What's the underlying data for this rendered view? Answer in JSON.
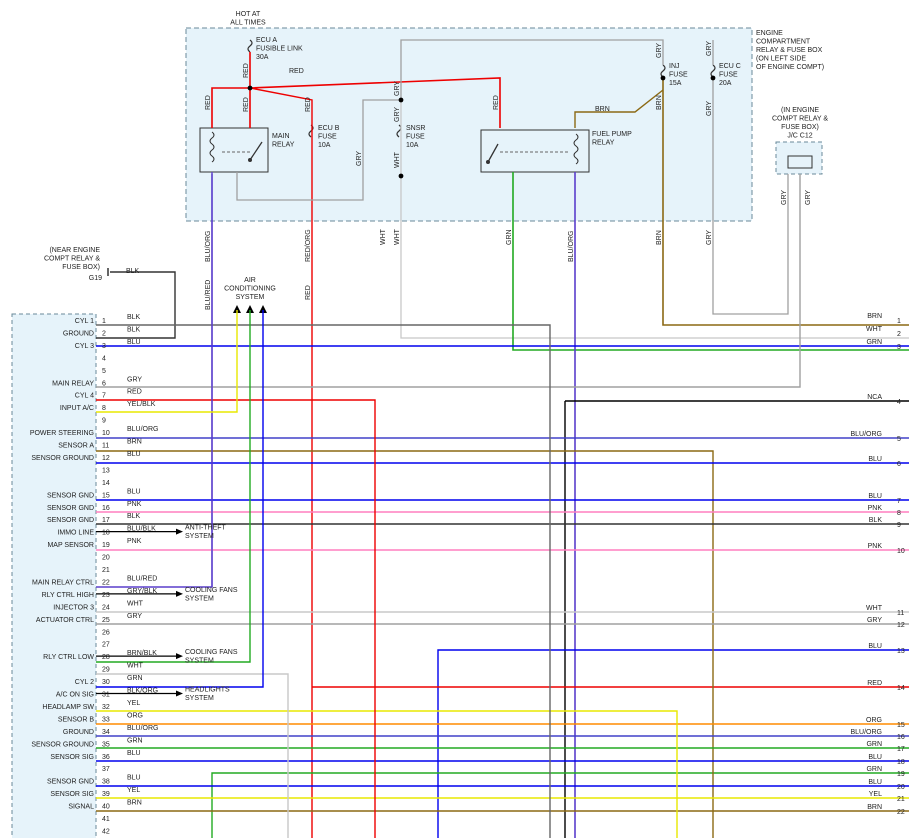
{
  "engine_box": {
    "title": [
      "ENGINE",
      "COMPARTMENT",
      "RELAY & FUSE BOX",
      "(ON LEFT SIDE",
      "OF ENGINE COMPT)"
    ],
    "hot_label": [
      "HOT AT",
      "ALL TIMES"
    ],
    "fuse_a": [
      "ECU A",
      "FUSIBLE LINK",
      "30A"
    ],
    "fuse_b": [
      "ECU B",
      "FUSE",
      "10A"
    ],
    "fuse_snsr": [
      "SNSR",
      "FUSE",
      "10A"
    ],
    "fuse_inj": [
      "INJ",
      "FUSE",
      "15A"
    ],
    "fuse_c": [
      "ECU C",
      "FUSE",
      "20A"
    ],
    "main_relay": [
      "MAIN",
      "RELAY"
    ],
    "fuel_pump_relay": [
      "FUEL PUMP",
      "RELAY"
    ]
  },
  "jc_box": {
    "label": [
      "(IN ENGINE",
      "COMPT RELAY &",
      "FUSE BOX)",
      "J/C C12"
    ]
  },
  "ground_note": [
    "(NEAR ENGINE",
    "COMPT RELAY &",
    "FUSE BOX)"
  ],
  "ground_id": "G19",
  "ac_system": [
    "AIR",
    "CONDITIONING",
    "SYSTEM"
  ],
  "ecm_pins": [
    {
      "num": "1",
      "label": "CYL 1",
      "wire": "BLK",
      "color": "#333333"
    },
    {
      "num": "2",
      "label": "GROUND",
      "wire": "BLK",
      "color": "#333333"
    },
    {
      "num": "3",
      "label": "CYL 3",
      "wire": "BLU",
      "color": "#0000ee"
    },
    {
      "num": "4",
      "label": "",
      "wire": "",
      "color": ""
    },
    {
      "num": "5",
      "label": "",
      "wire": "",
      "color": ""
    },
    {
      "num": "6",
      "label": "MAIN RELAY",
      "wire": "GRY",
      "color": "#a0a0a0"
    },
    {
      "num": "7",
      "label": "CYL 4",
      "wire": "RED",
      "color": "#ee0000"
    },
    {
      "num": "8",
      "label": "INPUT A/C",
      "wire": "YEL/BLK",
      "color": "#e8e800"
    },
    {
      "num": "9",
      "label": "",
      "wire": "",
      "color": ""
    },
    {
      "num": "10",
      "label": "POWER STEERING",
      "wire": "BLU/ORG",
      "color": "#4040c8"
    },
    {
      "num": "11",
      "label": "SENSOR A",
      "wire": "BRN",
      "color": "#8b6914"
    },
    {
      "num": "12",
      "label": "SENSOR GROUND",
      "wire": "BLU",
      "color": "#0000ee"
    },
    {
      "num": "13",
      "label": "",
      "wire": "",
      "color": ""
    },
    {
      "num": "14",
      "label": "",
      "wire": "",
      "color": ""
    },
    {
      "num": "15",
      "label": "SENSOR GND",
      "wire": "BLU",
      "color": "#0000ee"
    },
    {
      "num": "16",
      "label": "SENSOR GND",
      "wire": "PNK",
      "color": "#ff7fbf"
    },
    {
      "num": "17",
      "label": "SENSOR GND",
      "wire": "BLK",
      "color": "#333333"
    },
    {
      "num": "18",
      "label": "IMMO LINE",
      "wire": "BLU/BLK",
      "color": "#000000"
    },
    {
      "num": "19",
      "label": "MAP SENSOR",
      "wire": "PNK",
      "color": "#ff7fbf"
    },
    {
      "num": "20",
      "label": "",
      "wire": "",
      "color": ""
    },
    {
      "num": "21",
      "label": "",
      "wire": "",
      "color": ""
    },
    {
      "num": "22",
      "label": "MAIN RELAY CTRL",
      "wire": "BLU/RED",
      "color": "#5a3ecc"
    },
    {
      "num": "23",
      "label": "RLY CTRL HIGH",
      "wire": "GRY/BLK",
      "color": "#000000"
    },
    {
      "num": "24",
      "label": "INJECTOR 3",
      "wire": "WHT",
      "color": "#c8c8c8"
    },
    {
      "num": "25",
      "label": "ACTUATOR CTRL",
      "wire": "GRY",
      "color": "#a0a0a0"
    },
    {
      "num": "26",
      "label": "",
      "wire": "",
      "color": ""
    },
    {
      "num": "27",
      "label": "",
      "wire": "",
      "color": ""
    },
    {
      "num": "28",
      "label": "RLY CTRL LOW",
      "wire": "BRN/BLK",
      "color": "#000000"
    },
    {
      "num": "29",
      "label": "",
      "wire": "WHT",
      "color": "#c8c8c8"
    },
    {
      "num": "30",
      "label": "CYL 2",
      "wire": "GRN",
      "color": "#c8c8c8"
    },
    {
      "num": "31",
      "label": "A/C ON SIG",
      "wire": "BLK/ORG",
      "color": "#000000"
    },
    {
      "num": "32",
      "label": "HEADLAMP SW",
      "wire": "YEL",
      "color": "#e8e800"
    },
    {
      "num": "33",
      "label": "SENSOR B",
      "wire": "ORG",
      "color": "#ff8c00"
    },
    {
      "num": "34",
      "label": "GROUND",
      "wire": "BLU/ORG",
      "color": "#4040c8"
    },
    {
      "num": "35",
      "label": "SENSOR GROUND",
      "wire": "GRN",
      "color": "#22aa22"
    },
    {
      "num": "36",
      "label": "SENSOR SIG",
      "wire": "BLU",
      "color": "#0000ee"
    },
    {
      "num": "37",
      "label": "",
      "wire": "",
      "color": ""
    },
    {
      "num": "38",
      "label": "SENSOR GND",
      "wire": "BLU",
      "color": "#0000ee"
    },
    {
      "num": "39",
      "label": "SENSOR SIG",
      "wire": "YEL",
      "color": "#e8e800"
    },
    {
      "num": "40",
      "label": "SIGNAL",
      "wire": "BRN",
      "color": "#8b6914"
    },
    {
      "num": "41",
      "label": "",
      "wire": "",
      "color": ""
    },
    {
      "num": "42",
      "label": "",
      "wire": "",
      "color": ""
    }
  ],
  "subsystems": [
    {
      "pin": "18",
      "text": [
        "ANTI-THEFT",
        "SYSTEM"
      ]
    },
    {
      "pin": "23",
      "text": [
        "COOLING FANS",
        "SYSTEM"
      ]
    },
    {
      "pin": "28",
      "text": [
        "COOLING FANS",
        "SYSTEM"
      ]
    },
    {
      "pin": "31",
      "text": [
        "HEADLIGHTS",
        "SYSTEM"
      ]
    }
  ],
  "right_connector": [
    {
      "num": "1",
      "wire": "BRN",
      "color": "#8b6914"
    },
    {
      "num": "2",
      "wire": "WHT",
      "color": "#c8c8c8"
    },
    {
      "num": "3",
      "wire": "GRN",
      "color": "#22aa22"
    },
    {
      "num": "4",
      "wire": "NCA",
      "color": "#000000"
    },
    {
      "num": "5",
      "wire": "BLU/ORG",
      "color": "#4040c8"
    },
    {
      "num": "6",
      "wire": "BLU",
      "color": "#0000ee"
    },
    {
      "num": "7",
      "wire": "BLU",
      "color": "#0000ee"
    },
    {
      "num": "8",
      "wire": "PNK",
      "color": "#ff7fbf"
    },
    {
      "num": "9",
      "wire": "BLK",
      "color": "#333333"
    },
    {
      "num": "10",
      "wire": "PNK",
      "color": "#ff7fbf"
    },
    {
      "num": "11",
      "wire": "WHT",
      "color": "#c8c8c8"
    },
    {
      "num": "12",
      "wire": "GRY",
      "color": "#a0a0a0"
    },
    {
      "num": "13",
      "wire": "BLU",
      "color": "#0000ee"
    },
    {
      "num": "14",
      "wire": "RED",
      "color": "#ee0000"
    },
    {
      "num": "15",
      "wire": "ORG",
      "color": "#ff8c00"
    },
    {
      "num": "16",
      "wire": "BLU/ORG",
      "color": "#4040c8"
    },
    {
      "num": "17",
      "wire": "GRN",
      "color": "#22aa22"
    },
    {
      "num": "18",
      "wire": "BLU",
      "color": "#0000ee"
    },
    {
      "num": "19",
      "wire": "GRN",
      "color": "#22aa22"
    },
    {
      "num": "20",
      "wire": "BLU",
      "color": "#0000ee"
    },
    {
      "num": "21",
      "wire": "YEL",
      "color": "#e8e800"
    },
    {
      "num": "22",
      "wire": "BRN",
      "color": "#8b6914"
    }
  ],
  "vertical_wire_labels": {
    "red_top": "RED",
    "gry": "GRY",
    "wht": "WHT",
    "brn": "BRN",
    "blu_org": "BLU/ORG",
    "red_org": "RED/ORG",
    "grn": "GRN",
    "blu_red": "BLU/RED"
  },
  "colors": {
    "box_fill": "#e6f3fa",
    "red": "#ee0000",
    "grey": "#a0a0a0",
    "brown": "#8b6914",
    "green": "#22aa22",
    "purple": "#5a3ecc",
    "blue": "#0000ee",
    "yellow": "#e8e800"
  }
}
